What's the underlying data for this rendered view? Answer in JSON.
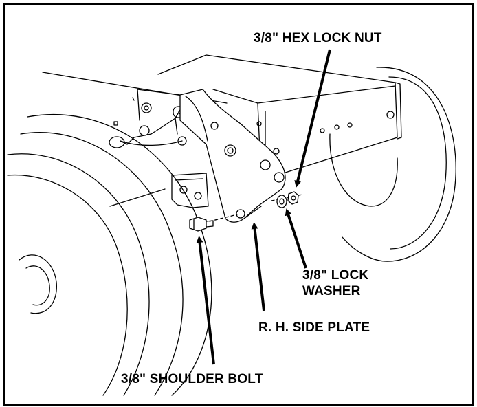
{
  "labels": {
    "hex_lock_nut": "3/8\" HEX LOCK NUT",
    "lock_washer_line1": "3/8\" LOCK",
    "lock_washer_line2": "WASHER",
    "side_plate": "R. H. SIDE PLATE",
    "shoulder_bolt": "3/8\" SHOULDER BOLT"
  },
  "colors": {
    "ink": "#000000",
    "paper": "#ffffff"
  }
}
